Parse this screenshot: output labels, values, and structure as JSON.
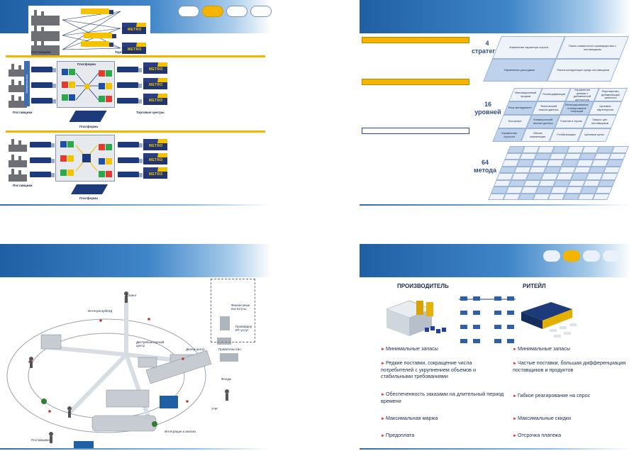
{
  "slide1": {
    "nav_pills": [
      "",
      "",
      "",
      ""
    ],
    "truck_brand": "METRO",
    "scheme1": {
      "suppliers": "Поставщики",
      "centers": "Торговые центры"
    },
    "scheme2": {
      "platform_title": "Платформа",
      "side_label": "Транзитная зона",
      "suppliers": "Поставщики",
      "centers": "Торговые центры",
      "platform": "Платформа"
    },
    "scheme3": {
      "suppliers": "Поставщики",
      "platform": "Платформа"
    }
  },
  "slide2": {
    "levels": [
      {
        "count": "4",
        "label": "стратегии"
      },
      {
        "count": "16",
        "label": "уровней"
      },
      {
        "count": "64",
        "label": "метода"
      }
    ],
    "strategies": [
      "Изменение характера спроса",
      "Поиск совместного преимущества с поставщиком",
      "Управление расходами",
      "Рынок конкуренции среди поставщиков"
    ],
    "levels16": [
      "Инновационный прорыв",
      "Респецификация",
      "Управление цепями с добавленной ценностью",
      "Партнерство, добавляющее ценность",
      "Риск-менеджмент",
      "Технический анализ данных",
      "Интегрированное планирование операций",
      "Ценовое партнерство",
      "Косорсинг",
      "Коммерческий анализ данных",
      "Участие в торгах",
      "Запрос цен поставщиков",
      "Управление спросом",
      "Объем компиляции",
      "Глобализация",
      "Целевые цены"
    ]
  },
  "slide3": {
    "nodes": {
      "client": "Клиент",
      "integrator": "Интегратор/ВЭД",
      "finance": "Финансовые институты",
      "it_provider": "Провайдер ИТ-услуг",
      "government": "Правительство",
      "dist_center": "Дистрибьюторский центр",
      "dealer": "Дилер-центр",
      "funds": "Фонды",
      "udf": "УЧР",
      "integration": "Интеграция и анализ",
      "suppliers": "Поставщики"
    }
  },
  "slide4": {
    "col_left": "ПРОИЗВОДИТЕЛЬ",
    "col_right": "РИТЕЙЛ",
    "left_points": [
      "Минимальные запасы",
      "Редкие поставки, сокращение числа потребителей с укрупнением объемов и стабильными требованиями",
      "Обеспеченность заказами на длительный период времени",
      "Максимальная маржа",
      "Предоплата"
    ],
    "right_points": [
      "Минимальные запасы",
      "Частые поставки, большая дифференциация поставщиков и продуктов",
      "Гибкое реагирование на спрос",
      "Максимальные скидки",
      "Отсрочка платежа"
    ]
  },
  "colors": {
    "header_blue": "#1f5fa3",
    "accent_yellow": "#f5b400",
    "bullet_red": "#d7261e",
    "cell_blue": "#bfd2ec"
  }
}
